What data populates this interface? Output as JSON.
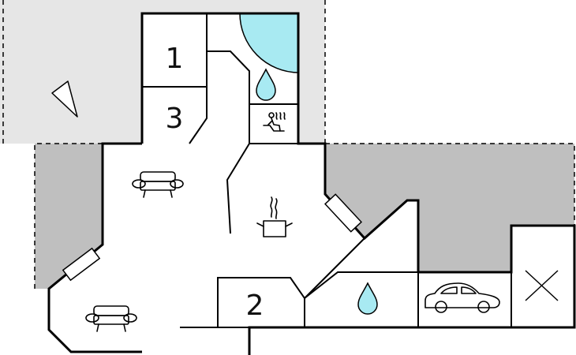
{
  "rooms": [
    {
      "id": "bedroom-1",
      "number": "1"
    },
    {
      "id": "bedroom-3",
      "number": "3"
    },
    {
      "id": "bedroom-2",
      "number": "2"
    }
  ],
  "colors": {
    "terrace_light": "#e6e6e6",
    "terrace_dark": "#bfbfbf",
    "pool": "#a8eaf2",
    "wall": "#000000",
    "floor": "#ffffff"
  },
  "icons": [
    "compass-icon",
    "pool",
    "water-drop-icon",
    "sauna-icon",
    "sofa-icon",
    "cooking-pot-icon",
    "car-icon",
    "storage-cross-icon",
    "window"
  ]
}
